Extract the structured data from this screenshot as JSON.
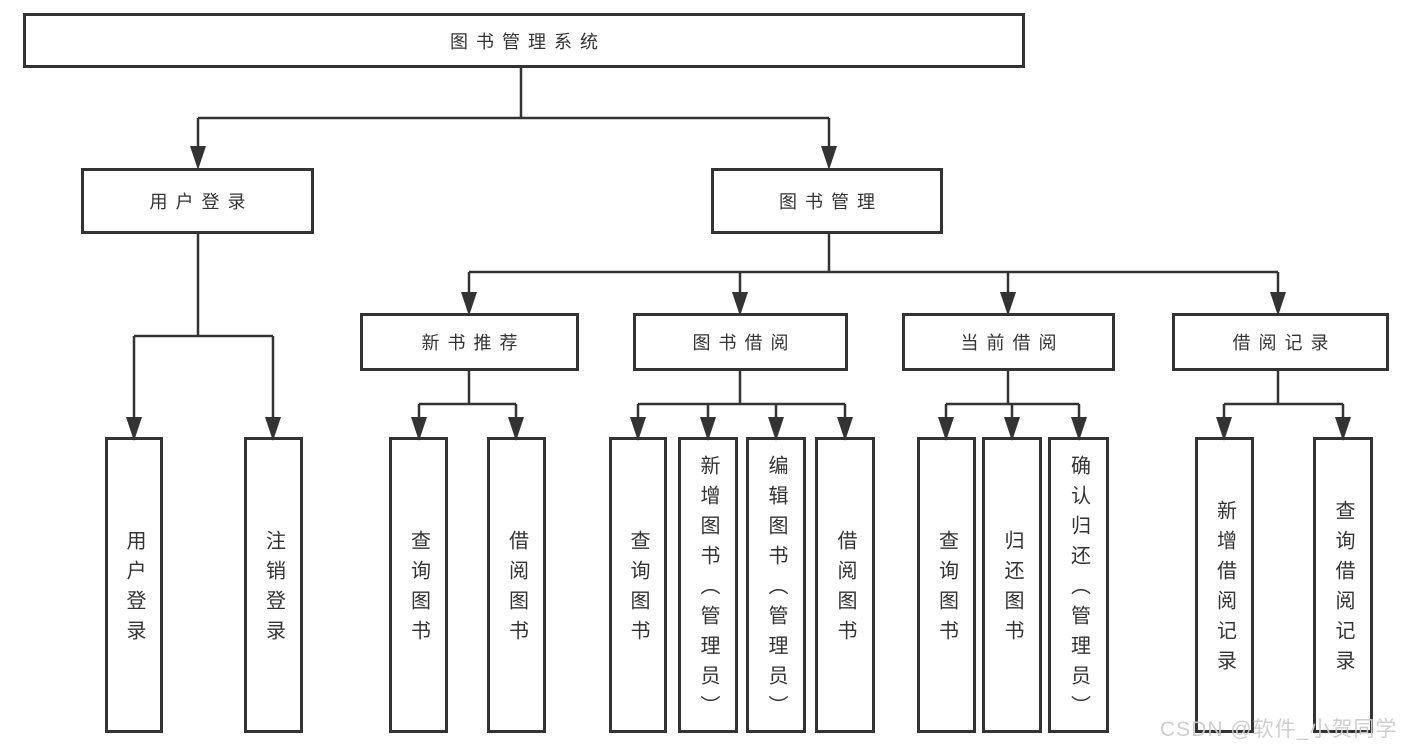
{
  "colors": {
    "line": "#333333",
    "box_border": "#333333",
    "text": "#333333",
    "watermark": "#cccccc"
  },
  "watermark": "CSDN @软件_小贺同学",
  "hierarchy": {
    "label": "图书管理系统",
    "children": [
      {
        "label": "用户登录",
        "children": [
          {
            "label": "用户登录"
          },
          {
            "label": "注销登录"
          }
        ]
      },
      {
        "label": "图书管理",
        "children": [
          {
            "label": "新书推荐",
            "children": [
              {
                "label": "查询图书"
              },
              {
                "label": "借阅图书"
              }
            ]
          },
          {
            "label": "图书借阅",
            "children": [
              {
                "label": "查询图书"
              },
              {
                "label": "新增图书（管理员）"
              },
              {
                "label": "编辑图书（管理员）"
              },
              {
                "label": "借阅图书"
              }
            ]
          },
          {
            "label": "当前借阅",
            "children": [
              {
                "label": "查询图书"
              },
              {
                "label": "归还图书"
              },
              {
                "label": "确认归还（管理员）"
              }
            ]
          },
          {
            "label": "借阅记录",
            "children": [
              {
                "label": "新增借阅记录"
              },
              {
                "label": "查询借阅记录"
              }
            ]
          }
        ]
      }
    ]
  }
}
